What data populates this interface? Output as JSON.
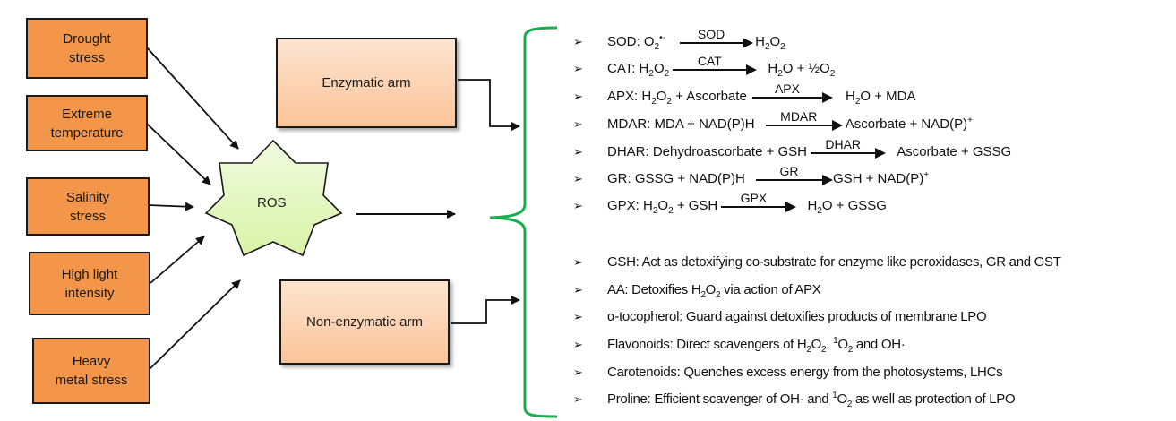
{
  "stressors": [
    {
      "line1": "Drought",
      "line2": "stress"
    },
    {
      "line1": "Extreme",
      "line2": "temperature"
    },
    {
      "line1": "Salinity",
      "line2": "stress"
    },
    {
      "line1": "High light",
      "line2": "intensity"
    },
    {
      "line1": "Heavy",
      "line2": "metal stress"
    }
  ],
  "center": {
    "label": "ROS"
  },
  "arms": {
    "enzymatic": "Enzymatic arm",
    "non_enzymatic": "Non-enzymatic arm"
  },
  "colors": {
    "stress_fill": "#f4964a",
    "arm_fill_top": "#fde4d0",
    "arm_fill_bottom": "#fbc499",
    "ros_fill": "#e6f7c6",
    "brace": "#1aad4e"
  },
  "bullet_glyph": "➢",
  "enzymatic_items": [
    {
      "pre": "SOD: O",
      "pre_sub": "2",
      "pre_sup": "•-",
      "enzyme": "SOD",
      "post": "H",
      "post_sub": "2",
      "post2": "O",
      "post2_sub": "2",
      "post3": ""
    },
    {
      "pre": "CAT: H",
      "pre_sub": "2",
      "pre2": "O",
      "pre2_sub": "2",
      "enzyme": "CAT",
      "post": "H",
      "post_sub": "2",
      "post2": "O + ½O",
      "post2_sub": "2"
    },
    {
      "pre": "APX: H",
      "pre_sub": "2",
      "pre2": "O",
      "pre2_sub": "2",
      "pre3": " + Ascorbate",
      "enzyme": "APX",
      "post": "H",
      "post_sub": "2",
      "post2": "O + MDA"
    },
    {
      "pre": "MDAR: MDA + NAD(P)H",
      "enzyme": "MDAR",
      "post": "Ascorbate + NAD(P)",
      "post_sup": "+"
    },
    {
      "pre": "DHAR: Dehydroascorbate + GSH",
      "enzyme": "DHAR",
      "post": "Ascorbate + GSSG"
    },
    {
      "pre": "GR: GSSG + NAD(P)H",
      "enzyme": "GR",
      "post": "GSH + NAD(P)",
      "post_sup": "+"
    },
    {
      "pre": "GPX: H",
      "pre_sub": "2",
      "pre2": "O",
      "pre2_sub": "2",
      "pre3": " + GSH",
      "enzyme": "GPX",
      "post": "H",
      "post_sub": "2",
      "post2": "O + GSSG"
    }
  ],
  "non_enzymatic_items": [
    {
      "text": "GSH: Act as detoxifying co-substrate for enzyme like peroxidases, GR and GST"
    },
    {
      "a": "AA: Detoxifies H",
      "a_sub": "2",
      "b": "O",
      "b_sub": "2",
      "c": " via action of APX"
    },
    {
      "text": "α-tocopherol: Guard against detoxifies products of membrane LPO"
    },
    {
      "a": "Flavonoids: Direct scavengers of H",
      "a_sub": "2",
      "b": "O",
      "b_sub": "2",
      "c": ", ",
      "c_sup": "1",
      "d": "O",
      "d_sub": "2",
      "e": " and OH·"
    },
    {
      "text": "Carotenoids: Quenches excess energy from the photosystems, LHCs"
    },
    {
      "a": "Proline: Efficient scavenger of OH· and ",
      "a_sup": "1",
      "b": "O",
      "b_sub": "2",
      "c": " as well as protection of LPO"
    }
  ]
}
